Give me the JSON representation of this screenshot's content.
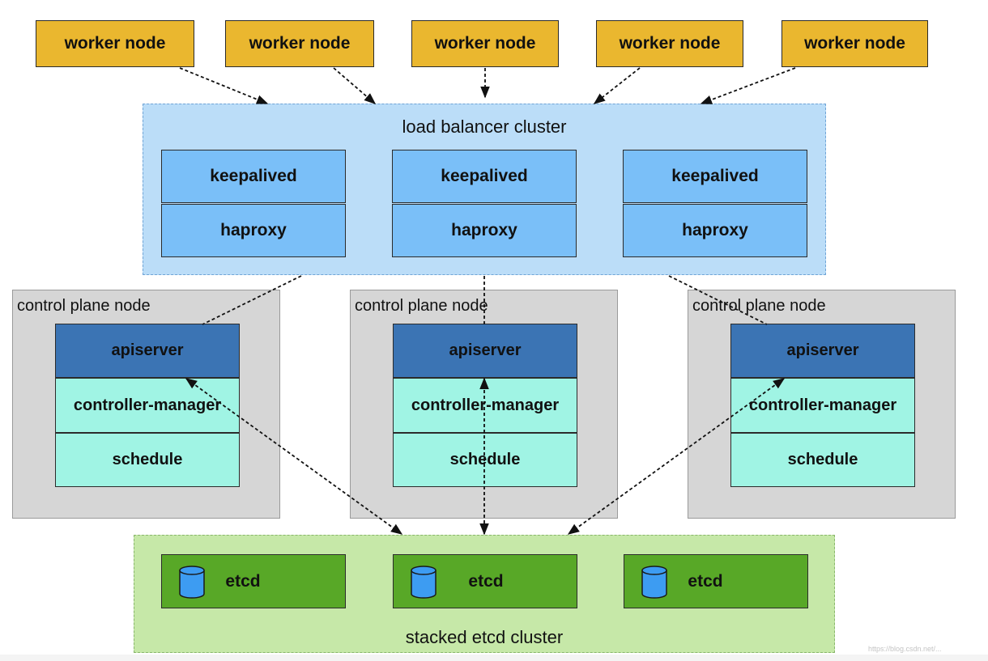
{
  "workers": [
    {
      "label": "worker node"
    },
    {
      "label": "worker node"
    },
    {
      "label": "worker node"
    },
    {
      "label": "worker node"
    },
    {
      "label": "worker node"
    }
  ],
  "load_balancer": {
    "title": "load balancer cluster",
    "units": [
      {
        "top": "keepalived",
        "bottom": "haproxy"
      },
      {
        "top": "keepalived",
        "bottom": "haproxy"
      },
      {
        "top": "keepalived",
        "bottom": "haproxy"
      }
    ]
  },
  "control_plane": [
    {
      "title": "control plane node",
      "apiserver": "apiserver",
      "controller": "controller-manager",
      "scheduler": "schedule"
    },
    {
      "title": "control plane node",
      "apiserver": "apiserver",
      "controller": "controller-manager",
      "scheduler": "schedule"
    },
    {
      "title": "control plane node",
      "apiserver": "apiserver",
      "controller": "controller-manager",
      "scheduler": "schedule"
    }
  ],
  "etcd_cluster": {
    "title": "stacked etcd cluster",
    "members": [
      {
        "label": "etcd",
        "icon": "database-icon"
      },
      {
        "label": "etcd",
        "icon": "database-icon"
      },
      {
        "label": "etcd",
        "icon": "database-icon"
      }
    ]
  },
  "colors": {
    "worker": "#EAB72F",
    "lb_cluster": "#BBDDF8",
    "lb_component": "#7ABFF8",
    "control_plane_bg": "#D6D6D6",
    "apiserver": "#3B74B4",
    "component": "#A0F4E4",
    "etcd_cluster": "#C6E8A8",
    "etcd": "#58A827",
    "db_icon": "#3D9CF2"
  },
  "watermark": "https://blog.csdn.net/..."
}
